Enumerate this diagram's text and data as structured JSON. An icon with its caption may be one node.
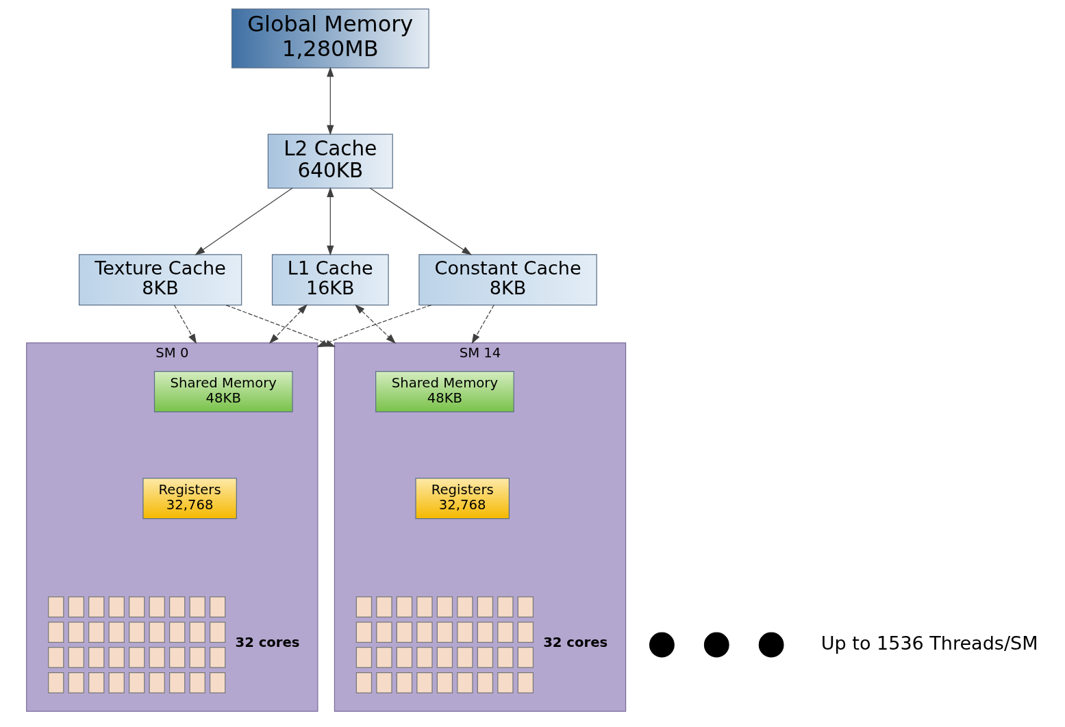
{
  "diagram": {
    "nodes": [
      {
        "text": [
          "Global Memory",
          "1,280MB"
        ]
      },
      {
        "text": [
          "L2 Cache",
          "640KB"
        ]
      },
      {
        "text": [
          "Texture Cache",
          "8KB"
        ]
      },
      {
        "text": [
          "L1 Cache",
          "16KB"
        ]
      },
      {
        "text": [
          "Constant Cache",
          "8KB"
        ]
      },
      {
        "text": [
          "SM 0"
        ]
      },
      {
        "text": [
          "Shared Memory",
          "48KB"
        ],
        "in": 5
      },
      {
        "text": [
          "Registers",
          "32,768"
        ],
        "in": 5
      },
      {
        "text": [],
        "shape": "box",
        "in": 5,
        "beside": [
          "32 cores"
        ]
      },
      {
        "text": [],
        "shape": "circle"
      },
      {
        "text": [],
        "shape": "circle"
      },
      {
        "text": [],
        "shape": "circle"
      },
      {
        "text": [
          "SM 14"
        ]
      },
      {
        "text": [
          "Shared Memory",
          "48KB"
        ],
        "in": 12
      },
      {
        "text": [
          "Registers",
          "32,768"
        ],
        "in": 12
      },
      {
        "text": [],
        "shape": "box",
        "in": 12,
        "beside": [
          "32 cores"
        ]
      }
    ],
    "edges": [
      {
        "from": 0,
        "to": 1,
        "arrow": "both"
      },
      {
        "from": 1,
        "to": 2,
        "arrow": "to"
      },
      {
        "from": 1,
        "to": 3,
        "arrow": "both"
      },
      {
        "from": 1,
        "to": 4,
        "arrow": "to"
      },
      {
        "from": 2,
        "to": 5,
        "arrow": "to",
        "style": "dashed"
      },
      {
        "from": 2,
        "to": 12,
        "arrow": "to",
        "style": "dashed"
      },
      {
        "from": 3,
        "to": 5,
        "arrow": "both",
        "style": "dashed"
      },
      {
        "from": 3,
        "to": 12,
        "arrow": "both",
        "style": "dashed"
      },
      {
        "from": 4,
        "to": 5,
        "arrow": "to",
        "style": "dashed"
      },
      {
        "from": 4,
        "to": 12,
        "arrow": "to",
        "style": "dashed"
      }
    ],
    "labels": [
      "Up to 1536 Threads/SM"
    ]
  }
}
